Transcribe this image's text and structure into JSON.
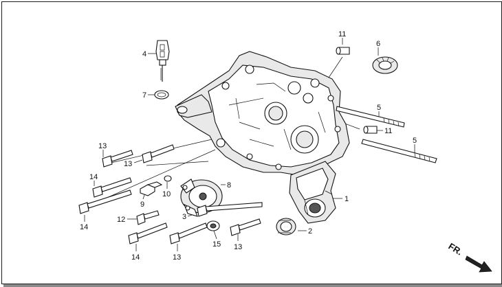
{
  "callouts": [
    {
      "id": "c11a",
      "text": "11"
    },
    {
      "id": "c6",
      "text": "6"
    },
    {
      "id": "c4",
      "text": "4"
    },
    {
      "id": "c7",
      "text": "7"
    },
    {
      "id": "c5a",
      "text": "5"
    },
    {
      "id": "c11b",
      "text": "11"
    },
    {
      "id": "c5b",
      "text": "5"
    },
    {
      "id": "c13a",
      "text": "13"
    },
    {
      "id": "c13b",
      "text": "13"
    },
    {
      "id": "c14a",
      "text": "14"
    },
    {
      "id": "c9",
      "text": "9"
    },
    {
      "id": "c10",
      "text": "10"
    },
    {
      "id": "c8",
      "text": "8"
    },
    {
      "id": "c1",
      "text": "1"
    },
    {
      "id": "c14b",
      "text": "14"
    },
    {
      "id": "c12",
      "text": "12"
    },
    {
      "id": "c3",
      "text": "3"
    },
    {
      "id": "c2",
      "text": "2"
    },
    {
      "id": "c15",
      "text": "15"
    },
    {
      "id": "c13c",
      "text": "13"
    },
    {
      "id": "c14c",
      "text": "14"
    },
    {
      "id": "c13d",
      "text": "13"
    }
  ],
  "direction_marker": {
    "text": "FR."
  }
}
